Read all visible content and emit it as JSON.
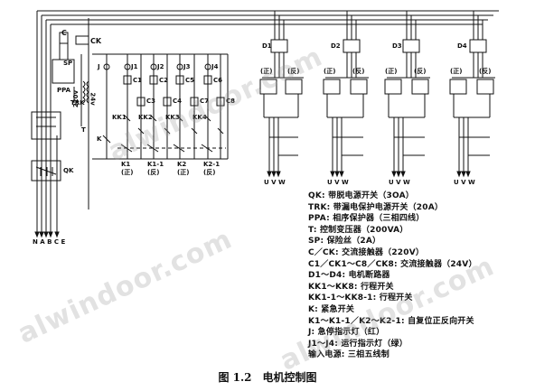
{
  "labels": {
    "c": "C",
    "ck": "CK",
    "sp": "SP",
    "ppa": "PPA",
    "trk": "TRK",
    "t": "T",
    "v220": "220v",
    "v24": "24v",
    "qk": "QK",
    "j": "J",
    "j1": "J1",
    "j2": "J2",
    "j3": "J3",
    "j4": "J4",
    "c1": "C1",
    "c2": "C2",
    "c3": "C3",
    "c4": "C4",
    "c5": "C5",
    "c6": "C6",
    "c7": "C7",
    "c8": "C8",
    "kk1": "KK1",
    "kk2": "KK2",
    "kk3": "KK3",
    "kk4": "KK4",
    "k": "K",
    "k1": "K1",
    "k1_1": "K1-1",
    "k2": "K2",
    "k2_1": "K2-1",
    "zheng": "(正)",
    "fan": "(反)",
    "d1": "D1",
    "d2": "D2",
    "d3": "D3",
    "d4": "D4",
    "bottom_nabc": "N A B C E",
    "motor_terms": "U V W"
  },
  "legend": [
    "QK:  带脱电源开关（3OA）",
    "TRK: 带漏电保护电源开关（20A）",
    "PPA: 相序保护器（三相四线）",
    "T:   控制变压器（200VA）",
    "SP:  保险丝（2A）",
    "C／CK: 交流接触器（220V）",
    "C1／CK1～C8／CK8: 交流接触器（24V）",
    "D1～D4: 电机断路器",
    "KK1～KK8: 行程开关",
    "KK1-1～KK8-1: 行程开关",
    "K:   紧急开关",
    "K1～K1-1／K2～K2-1: 自复位正反向开关",
    "J:   急停指示灯（红）",
    "J1～J4: 运行指示灯（绿）",
    "输入电源: 三相五线制"
  ],
  "caption": "图 1.2　电机控制图",
  "watermarks": [
    "alwindoor.com",
    "alwindoor.com",
    "alwindoor.com"
  ]
}
